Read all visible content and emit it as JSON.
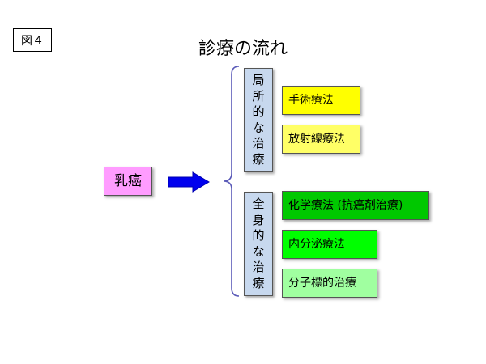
{
  "figure_label": "図４",
  "title": "診療の流れ",
  "disease": "乳癌",
  "groups": [
    {
      "label_chars": [
        "局",
        "所",
        "的",
        "な",
        "治",
        "療"
      ],
      "options": [
        "手術療法",
        "放射線療法"
      ]
    },
    {
      "label_chars": [
        "全",
        "身",
        "的",
        "な",
        "治",
        "療"
      ],
      "options": [
        "化学療法 (抗癌剤治療)",
        "内分泌療法",
        "分子標的治療"
      ]
    }
  ],
  "colors": {
    "disease_box": "#ff9cff",
    "arrow": "#0000ee",
    "brace": "#5a5ab8",
    "group_label_box": "#c7d8ee",
    "local_options": "#ffff00",
    "local_options_alt": "#ffff66",
    "chemo": "#00c800",
    "endocrine": "#00ff00",
    "targeted": "#a0ffa0"
  }
}
